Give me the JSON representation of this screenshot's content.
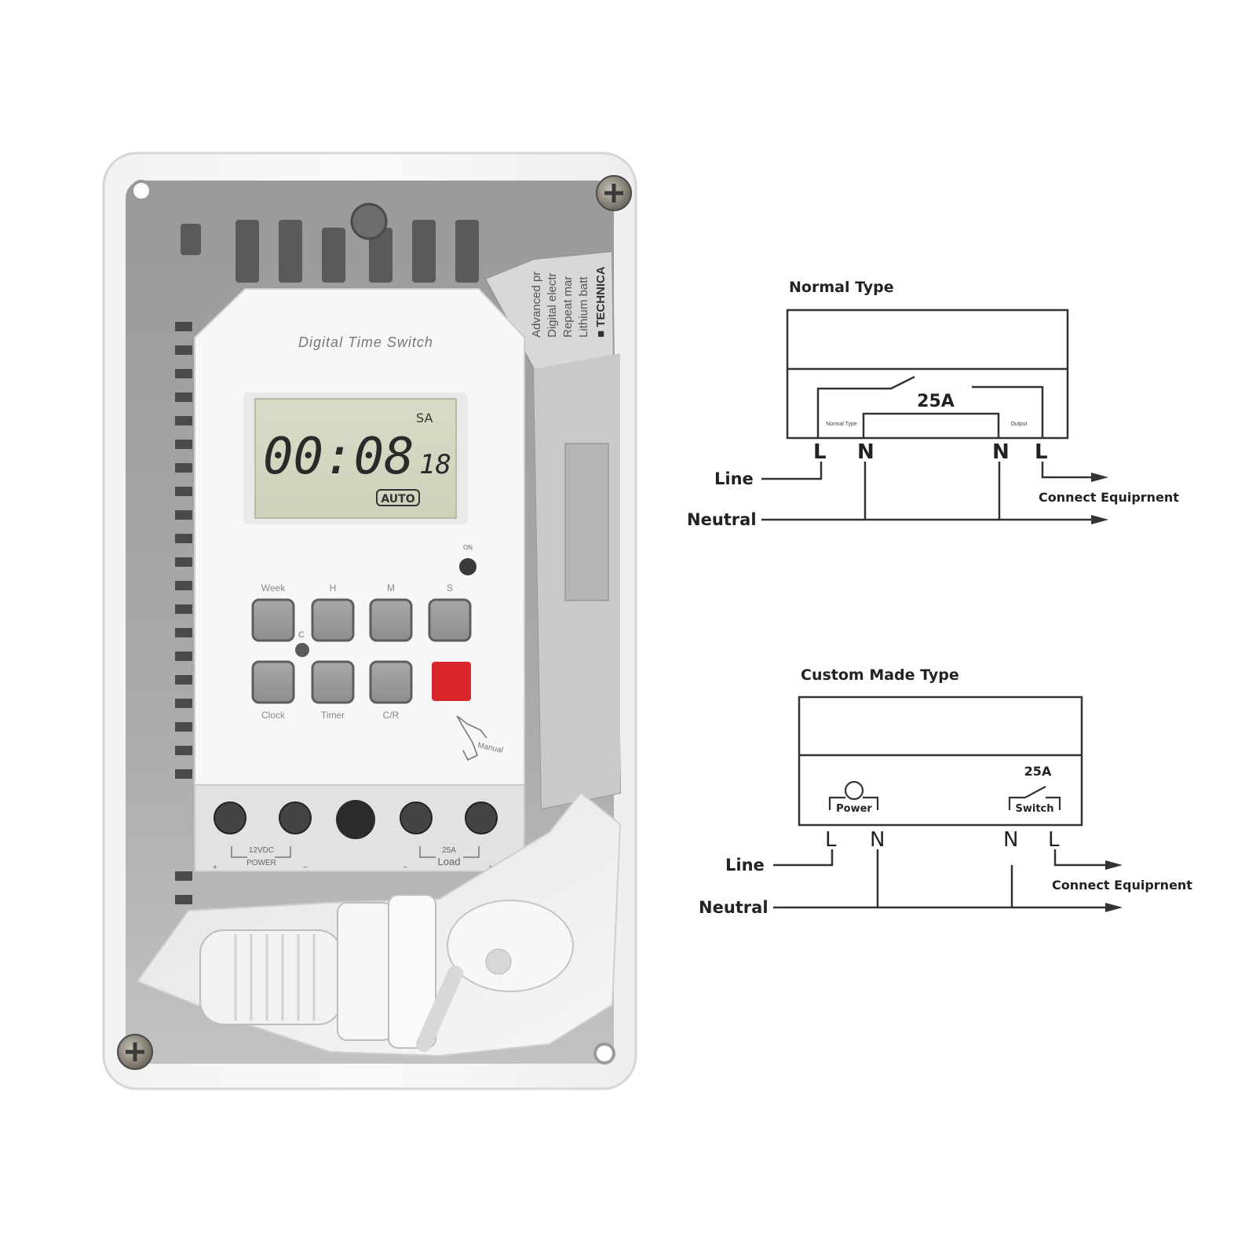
{
  "device": {
    "brand_label": "Digital Time Switch",
    "lcd": {
      "day": "SA",
      "time": "00:08",
      "seconds": "18",
      "mode": "AUTO"
    },
    "indicator_label": "ON",
    "button_labels_top": [
      "Week",
      "H",
      "M",
      "S"
    ],
    "button_labels_bottom": [
      "Clock",
      "Timer",
      "C/R"
    ],
    "reset_label": "C",
    "manual_label": "Manual",
    "manual_button_color": "#d9262a",
    "terminal_power_lines": [
      "12VDC",
      "POWER"
    ],
    "terminal_load_lines": [
      "25A",
      "Load"
    ],
    "plus": "+",
    "minus": "−",
    "manual_lines": [
      "Advanced pr",
      "Digital electr",
      "Repeat mar",
      "Lithium batt",
      "■ TECHNICA"
    ]
  },
  "normal_type": {
    "title": "Normal Type",
    "rating": "25A",
    "terminal_left_label": "Normal Type",
    "terminal_right_label": "Output",
    "terminals": [
      "L",
      "N",
      "N",
      "L"
    ],
    "line_label": "Line",
    "neutral_label": "Neutral",
    "connect_label": "Connect Equiprnent"
  },
  "custom_type": {
    "title": "Custom Made Type",
    "rating": "25A",
    "power_label": "Power",
    "switch_label": "Switch",
    "terminals": [
      "L",
      "N",
      "N",
      "L"
    ],
    "line_label": "Line",
    "neutral_label": "Neutral",
    "connect_label": "Connect Equiprnent"
  }
}
